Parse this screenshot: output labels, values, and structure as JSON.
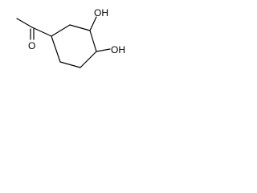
{
  "molecule": {
    "labels": {
      "oxygen_carbonyl": "O",
      "hydroxyl_top": "OH",
      "hydroxyl_right": "OH"
    },
    "colors": {
      "bond": "#000000",
      "text": "#000000",
      "background": "#ffffff"
    }
  }
}
